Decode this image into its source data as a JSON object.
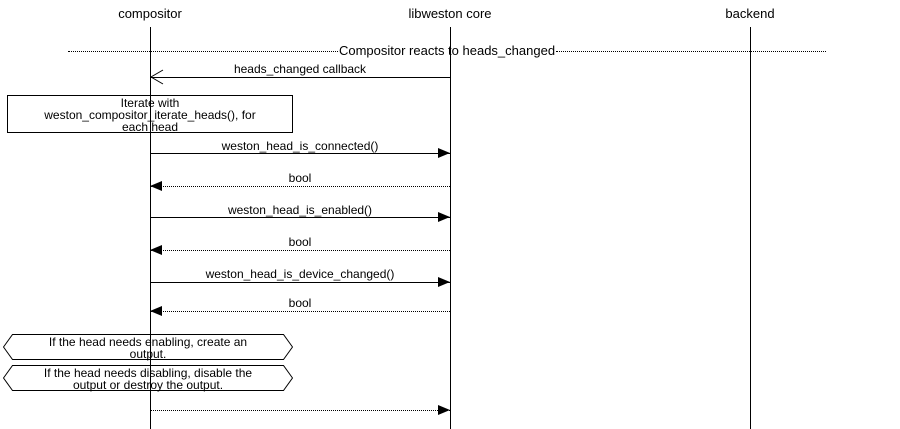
{
  "diagram_type": "uml-sequence-diagram",
  "colors": {
    "line": "#000000",
    "text": "#000000",
    "background": "#ffffff"
  },
  "actors": [
    {
      "name": "compositor"
    },
    {
      "name": "libweston core"
    },
    {
      "name": "backend"
    }
  ],
  "divider": {
    "label": "Compositor reacts to heads_changed"
  },
  "messages": [
    {
      "label": "heads_changed callback",
      "from": "libweston core",
      "to": "compositor",
      "line": "solid",
      "arrowhead": "open"
    },
    {
      "label": "weston_head_is_connected()",
      "from": "compositor",
      "to": "libweston core",
      "line": "solid",
      "arrowhead": "filled"
    },
    {
      "label": "bool",
      "from": "libweston core",
      "to": "compositor",
      "line": "dotted",
      "arrowhead": "filled"
    },
    {
      "label": "weston_head_is_enabled()",
      "from": "compositor",
      "to": "libweston core",
      "line": "solid",
      "arrowhead": "filled"
    },
    {
      "label": "bool",
      "from": "libweston core",
      "to": "compositor",
      "line": "dotted",
      "arrowhead": "filled"
    },
    {
      "label": "weston_head_is_device_changed()",
      "from": "compositor",
      "to": "libweston core",
      "line": "solid",
      "arrowhead": "filled"
    },
    {
      "label": "bool",
      "from": "libweston core",
      "to": "compositor",
      "line": "dotted",
      "arrowhead": "filled"
    },
    {
      "label": "",
      "from": "compositor",
      "to": "libweston core",
      "line": "dotted",
      "arrowhead": "filled"
    }
  ],
  "notes": {
    "iterate_box": {
      "shape": "rectangle",
      "lines": [
        "Iterate with",
        "weston_compositor_iterate_heads(), for",
        "each head"
      ]
    },
    "enable_note": {
      "shape": "hexagon",
      "lines": [
        "If the head needs enabling, create an",
        "output."
      ]
    },
    "disable_note": {
      "shape": "hexagon",
      "lines": [
        "If the head needs disabling, disable the",
        "output or destroy the output."
      ]
    }
  }
}
